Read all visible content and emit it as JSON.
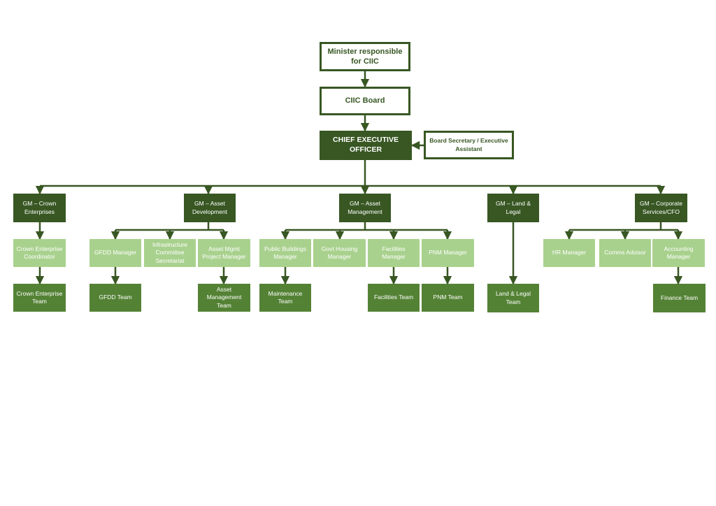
{
  "nodes": {
    "minister": "Minister responsible for CIIC",
    "board": "CIIC Board",
    "ceo": "CHIEF EXECUTIVE OFFICER",
    "secretary": "Board Secretary / Executive Assistant",
    "gm_crown": "GM – Crown Enterprises",
    "gm_asset_dev": "GM – Asset Development",
    "gm_asset_mgmt": "GM – Asset Management",
    "gm_land": "GM – Land & Legal",
    "gm_corporate": "GM – Corporate Services/CFO",
    "crown_coordinator": "Crown Enterprise Coordinator",
    "crown_team": "Crown Enterprise Team",
    "gfdd_manager": "GFDD Manager",
    "gfdd_team": "GFDD Team",
    "infra_secretariat": "Infrastructure Committee Secretariat",
    "asset_pm": "Asset Mgmt Project Manager",
    "asset_team": "Asset Management Team",
    "public_buildings": "Public Buildings Manager",
    "maintenance_team": "Maintenance Team",
    "govt_housing": "Govt Housing Manager",
    "facilities_manager": "Facilities Manager",
    "facilities_team": "Facilities Team",
    "pnm_manager": "PNM Manager",
    "pnm_team": "PNM Team",
    "land_team": "Land & Legal Team",
    "hr_manager": "HR Manager",
    "comms_advisor": "Comms Advisor",
    "accounting_manager": "Accounting Manager",
    "finance_team": "Finance Team"
  },
  "colors": {
    "dark_green": "#385723",
    "mid_green": "#548235",
    "light_green": "#a9d18e",
    "white": "#ffffff"
  }
}
